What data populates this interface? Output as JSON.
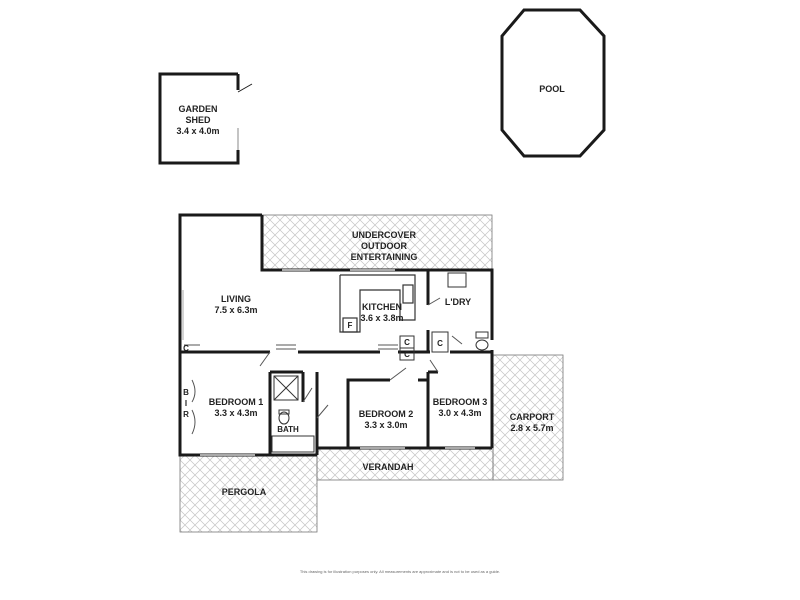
{
  "plan": {
    "rooms": [
      {
        "id": "garden-shed",
        "name": "GARDEN\nSHED",
        "dims": "3.4 x 4.0m"
      },
      {
        "id": "pool",
        "name": "POOL",
        "dims": ""
      },
      {
        "id": "outdoor",
        "name": "UNDERCOVER\nOUTDOOR\nENTERTAINING",
        "dims": ""
      },
      {
        "id": "living",
        "name": "LIVING",
        "dims": "7.5 x 6.3m"
      },
      {
        "id": "kitchen",
        "name": "KITCHEN",
        "dims": "3.6 x 3.8m"
      },
      {
        "id": "laundry",
        "name": "L'DRY",
        "dims": ""
      },
      {
        "id": "bedroom1",
        "name": "BEDROOM 1",
        "dims": "3.3 x 4.3m"
      },
      {
        "id": "bir",
        "name": "B\nI\nR",
        "dims": ""
      },
      {
        "id": "bath",
        "name": "BATH",
        "dims": ""
      },
      {
        "id": "bedroom2",
        "name": "BEDROOM 2",
        "dims": "3.3 x 3.0m"
      },
      {
        "id": "bedroom3",
        "name": "BEDROOM 3",
        "dims": "3.0 x 4.3m"
      },
      {
        "id": "carport",
        "name": "CARPORT",
        "dims": "2.8 x 5.7m"
      },
      {
        "id": "verandah",
        "name": "VERANDAH",
        "dims": ""
      },
      {
        "id": "pergola",
        "name": "PERGOLA",
        "dims": ""
      }
    ],
    "markers": {
      "cupboard": "C",
      "fridge": "F"
    },
    "disclaimer": "This drawing is for illustration purposes only. All measurements are approximate and is not to be used as a guide."
  },
  "colors": {
    "wall": "#1a1a1a",
    "hatch": "#bdbdbd",
    "line": "#555555"
  }
}
